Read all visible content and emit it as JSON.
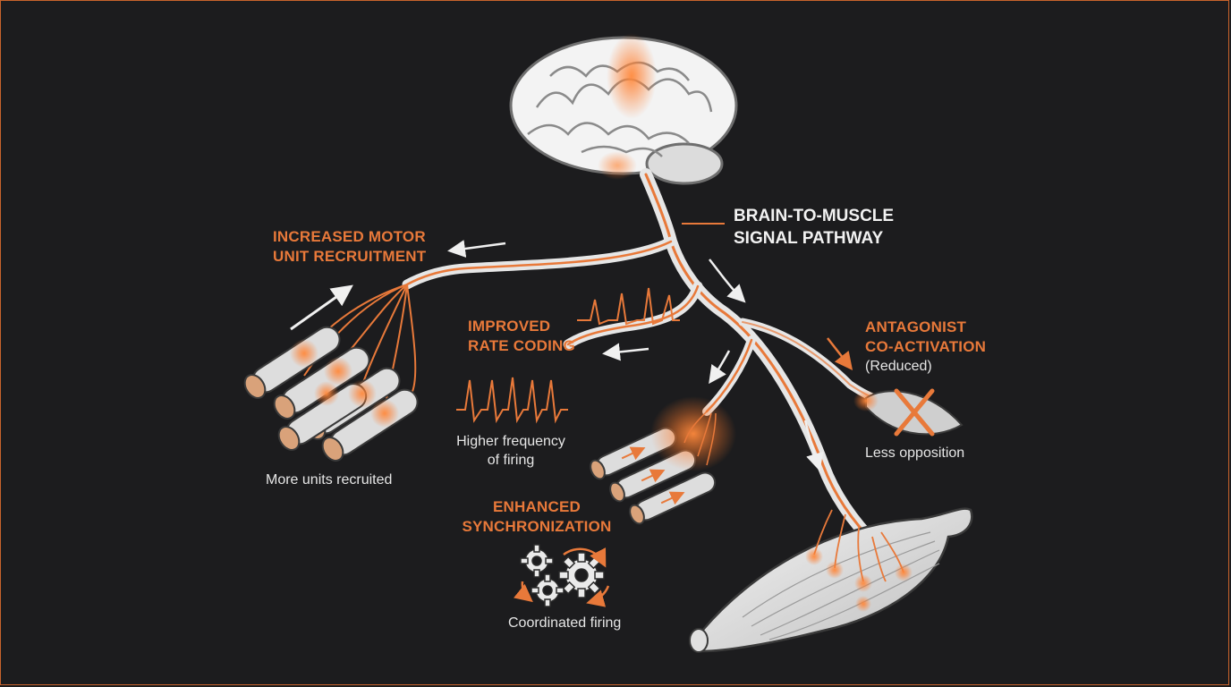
{
  "pathway": {
    "line1": "BRAIN-TO-MUSCLE",
    "line2": "SIGNAL PATHWAY"
  },
  "recruitment": {
    "line1": "INCREASED MOTOR",
    "line2": "UNIT RECRUITMENT",
    "caption": "More units recruited"
  },
  "rate_coding": {
    "line1": "IMPROVED",
    "line2": "RATE CODING",
    "caption_line1": "Higher frequency",
    "caption_line2": "of firing"
  },
  "synchronization": {
    "line1": "ENHANCED",
    "line2": "SYNCHRONIZATION",
    "caption": "Coordinated firing"
  },
  "antagonist": {
    "line1": "ANTAGONIST",
    "line2": "CO-ACTIVATION",
    "line3": "(Reduced)",
    "caption": "Less opposition"
  },
  "colors": {
    "background": "#1c1c1e",
    "accent": "#e8793a",
    "nerve": "#e0e0e0",
    "label": "#f2f2f2"
  }
}
